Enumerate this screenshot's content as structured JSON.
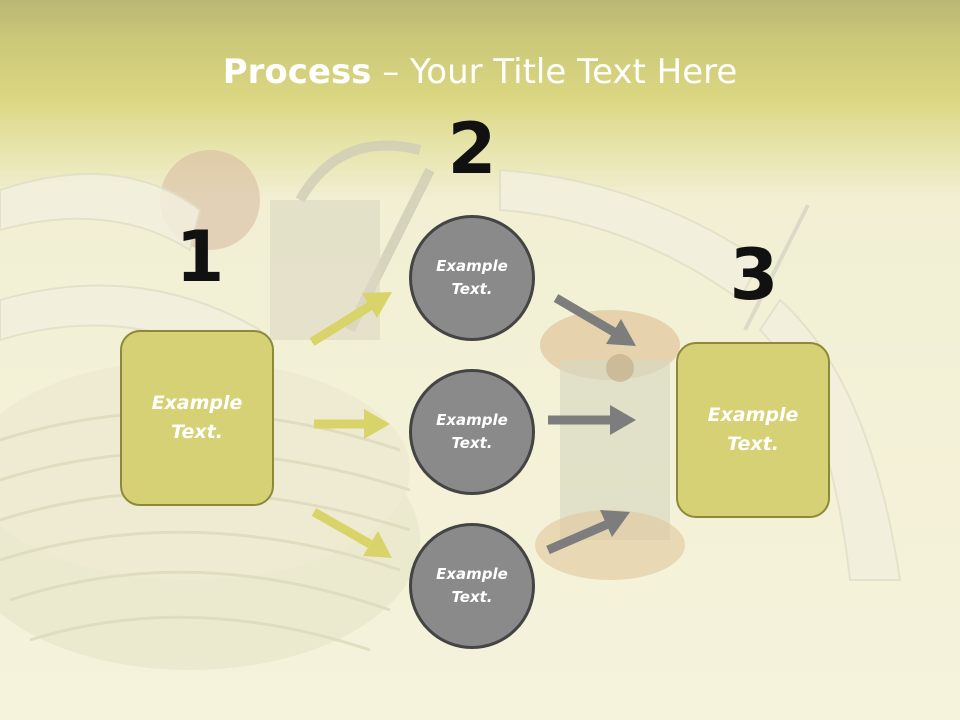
{
  "title": {
    "bold": "Process",
    "rest": " – Your Title Text Here"
  },
  "steps": [
    {
      "number": "1",
      "text": "Example\nText."
    },
    {
      "number": "2"
    },
    {
      "number": "3",
      "text": "Example\nText."
    }
  ],
  "circles": [
    {
      "text": "Example\nText."
    },
    {
      "text": "Example\nText."
    },
    {
      "text": "Example\nText."
    }
  ],
  "colors": {
    "box_fill": "#d6d174",
    "box_border": "#8c8a3a",
    "circle_fill": "#8a8a8a",
    "circle_border": "#444444",
    "arrow_yellow": "#d8d46a",
    "arrow_gray": "#7d7d7d",
    "header": "#cfc955"
  }
}
